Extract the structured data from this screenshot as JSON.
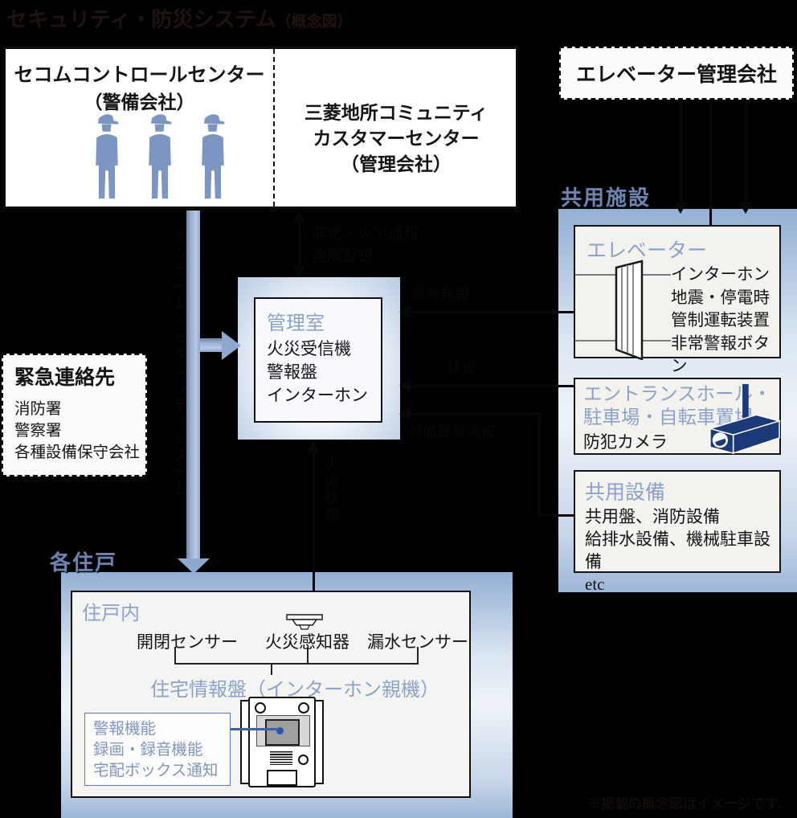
{
  "title": {
    "main": "セキュリティ・防災システム",
    "sub": "（概念図）"
  },
  "security_center": {
    "name": "セコムコントロールセンター",
    "sub": "（警備会社）"
  },
  "management_center": {
    "line1": "三菱地所コミュニティ",
    "line2": "カスタマーセンター",
    "line3": "（管理会社）"
  },
  "elevator_company": {
    "name": "エレベーター管理会社"
  },
  "common_area": {
    "label": "共用施設",
    "elevator": {
      "title": "エレベーター",
      "items": [
        "インターホン",
        "地震・停電時",
        "管制運転装置",
        "非常警報ボタン"
      ]
    },
    "entrance": {
      "title_line1": "エントランスホール・",
      "title_line2": "駐車場・自転車置場",
      "item": "防犯カメラ"
    },
    "facilities": {
      "title": "共用設備",
      "items": [
        "共用盤、消防設備",
        "給排水設備、機械駐車設備",
        "etc"
      ]
    }
  },
  "control_room": {
    "title": "管理室",
    "items": [
      "火災受信機",
      "警報盤",
      "インターホン"
    ]
  },
  "emergency_contacts": {
    "title": "緊急連絡先",
    "items": [
      "消防署",
      "警察署",
      "各種設備保守会社"
    ]
  },
  "residence": {
    "area_label": "各住戸",
    "title": "住戸内",
    "sensors": [
      "開閉センサー",
      "火災感知器",
      "漏水センサー"
    ],
    "intercom_title": "住宅情報盤（インターホン親機）",
    "intercom_features": [
      "警報機能",
      "録画・録音機能",
      "宅配ボックス通知"
    ]
  },
  "connector_labels": {
    "online_line": "オンライン・セキュリティシステム",
    "to_control_line1": "非常・火災通報",
    "to_control_line2": "遠隔監視",
    "elevator_line": "異常発報",
    "entrance_line": "移報",
    "facilities_line": "設備異常通報",
    "residence_line": "火災移報"
  },
  "footnote": "※掲載の概念図はイメージです。",
  "colors": {
    "background": "#000000",
    "panel_blue": "#9db7d8",
    "label_blue": "#8ba3c9",
    "pipe_blue": "#8fa8d0",
    "camera_navy": "#1d3a78",
    "callout_blue": "#8095bc",
    "line_black": "#080808"
  }
}
